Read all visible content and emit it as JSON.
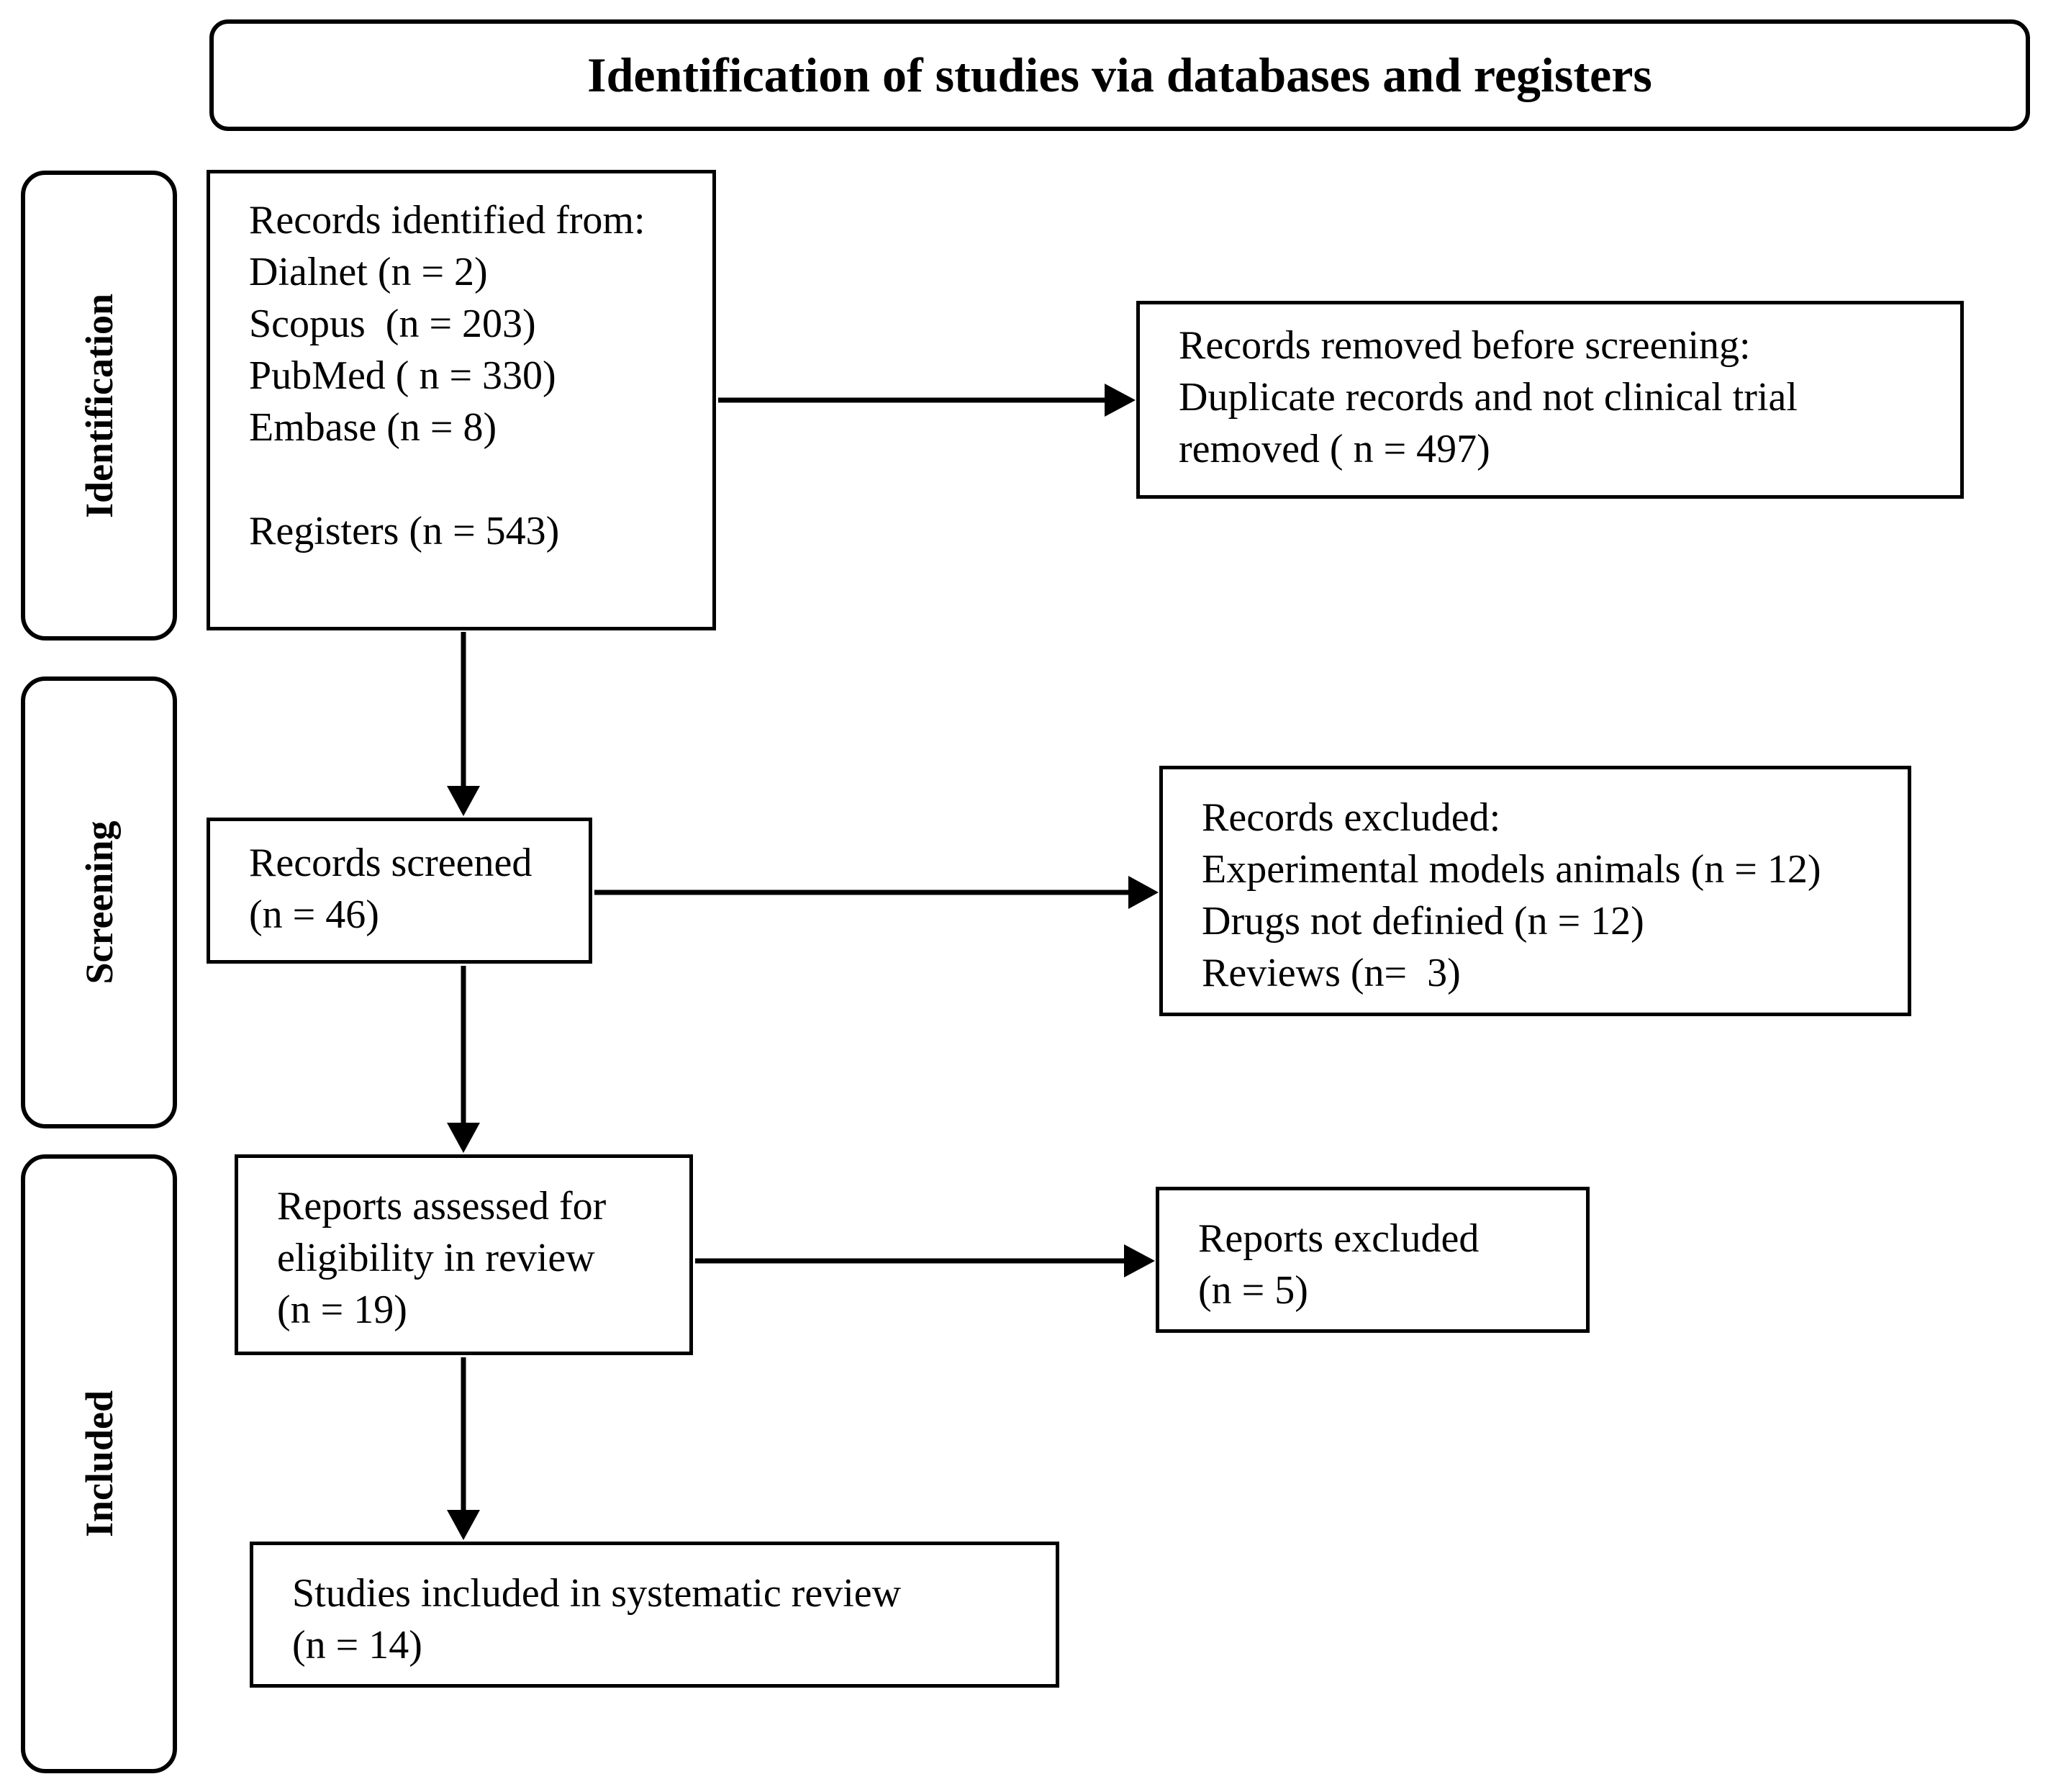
{
  "header": {
    "title": "Identification of studies via databases and registers"
  },
  "phases": {
    "identification": "Identification",
    "screening": "Screening",
    "included": "Included"
  },
  "identification_box": {
    "heading": "Records identified from:",
    "dialnet": "Dialnet (n = 2)",
    "scopus": "Scopus  (n = 203)",
    "pubmed": "PubMed ( n = 330)",
    "embase": "Embase (n = 8)",
    "registers": "Registers (n = 543)"
  },
  "removed_box": {
    "line1": "Records removed before screening:",
    "line2": "Duplicate records and not clinical trial",
    "line3": "removed ( n = 497)"
  },
  "screened_box": {
    "line1": "Records screened",
    "line2": "(n = 46)"
  },
  "excluded_box": {
    "line1": "Records excluded:",
    "line2": "Experimental models animals (n = 12)",
    "line3": "Drugs not definied (n = 12)",
    "line4": "Reviews (n=  3)"
  },
  "eligibility_box": {
    "line1": "Reports assessed for",
    "line2": "eligibility in review",
    "line3": "(n = 19)"
  },
  "reports_excluded_box": {
    "line1": "Reports excluded",
    "line2": "(n = 5)"
  },
  "included_box": {
    "line1": "Studies included in systematic review",
    "line2": "(n = 14)"
  }
}
